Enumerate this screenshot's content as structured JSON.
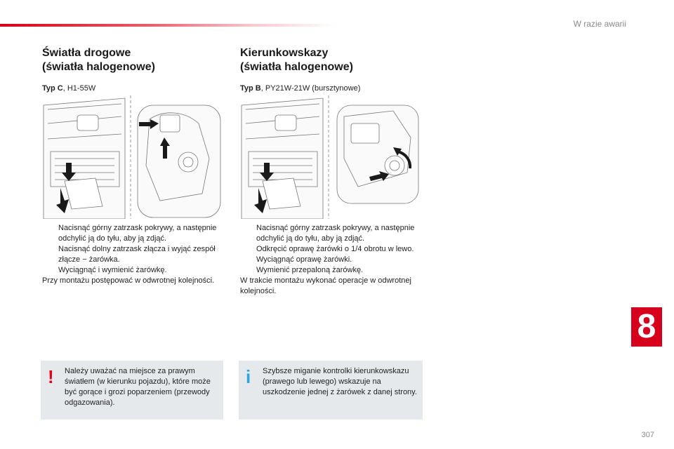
{
  "header": {
    "section_title": "W razie awarii"
  },
  "left": {
    "title_line1": "Światła drogowe",
    "title_line2": "(światła halogenowe)",
    "spec_type": "Typ C",
    "spec_value": ", H1-55W",
    "steps": [
      "Nacisnąć górny zatrzask pokrywy, a następnie odchylić ją do tyłu, aby ją zdjąć.",
      "Nacisnąć dolny zatrzask złącza i wyjąć zespół złącze − żarówka.",
      "Wyciągnąć i wymienić żarówkę."
    ],
    "note": "Przy montażu postępować w odwrotnej kolejności.",
    "warning": "Należy uważać na miejsce za prawym światłem (w kierunku pojazdu), które może być gorące i grozi poparzeniem (przewody odgazowania)."
  },
  "right": {
    "title_line1": "Kierunkowskazy",
    "title_line2": "(światła halogenowe)",
    "spec_type": "Typ B",
    "spec_value": ", PY21W-21W (bursztynowe)",
    "steps": [
      "Nacisnąć górny zatrzask pokrywy, a następnie odchylić ją do tyłu, aby ją zdjąć.",
      "Odkręcić oprawę żarówki o 1/4 obrotu w lewo.",
      "Wyciągnąć oprawę żarówki.",
      "Wymienić przepaloną żarówkę."
    ],
    "note": "W trakcie montażu wykonać operacje w odwrotnej kolejności.",
    "info": "Szybsze miganie kontrolki kierunkowskazu (prawego lub lewego) wskazuje na uszkodzenie jednej z żarówek z danej strony."
  },
  "icons": {
    "bullet": "checkbox-bullet-icon",
    "warning": "exclamation-icon",
    "info": "info-icon"
  },
  "glyphs": {
    "bullet": "",
    "warning": "!",
    "info": "i"
  },
  "colors": {
    "accent": "#d6001c",
    "info": "#2aa7df",
    "box_bg": "#e6e9ec"
  },
  "chapter_number": "8",
  "page_number": "307"
}
